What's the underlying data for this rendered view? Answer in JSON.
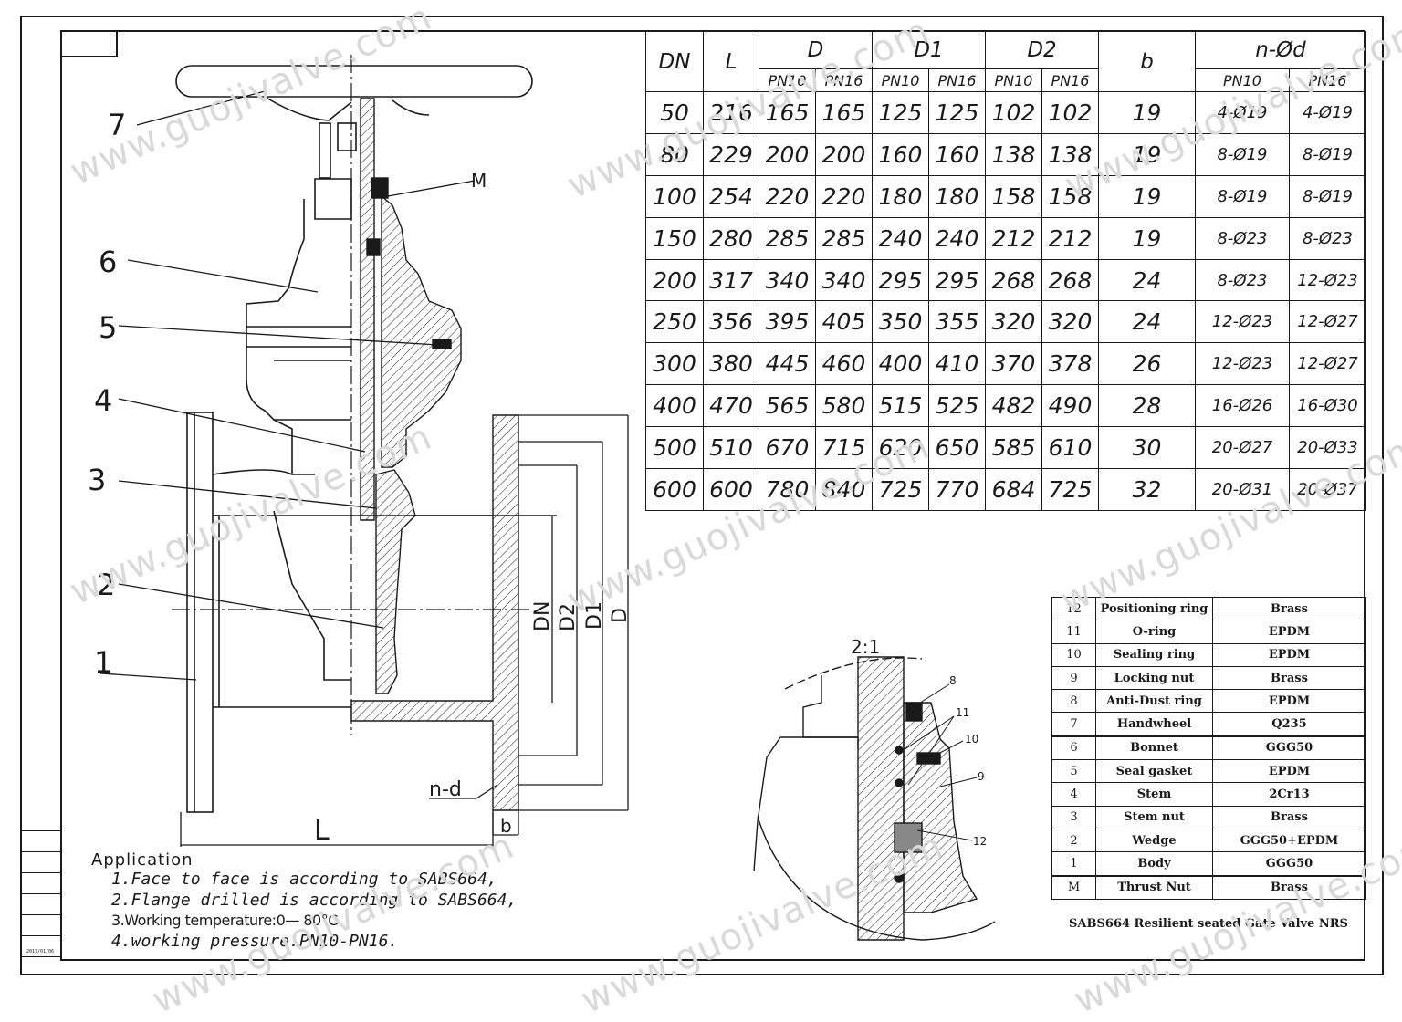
{
  "watermark": "www.guojivalve.com",
  "drawing_date": "2017/01/06",
  "dimension_table": {
    "headers": [
      "DN",
      "L",
      "D",
      "D1",
      "D2",
      "b",
      "n-Ød"
    ],
    "subheaders": [
      "PN10",
      "PN16",
      "PN10",
      "PN16",
      "PN10",
      "PN16",
      "PN10",
      "PN16"
    ],
    "rows": [
      [
        "50",
        "216",
        "165",
        "165",
        "125",
        "125",
        "102",
        "102",
        "19",
        "4-Ø19",
        "4-Ø19"
      ],
      [
        "80",
        "229",
        "200",
        "200",
        "160",
        "160",
        "138",
        "138",
        "19",
        "8-Ø19",
        "8-Ø19"
      ],
      [
        "100",
        "254",
        "220",
        "220",
        "180",
        "180",
        "158",
        "158",
        "19",
        "8-Ø19",
        "8-Ø19"
      ],
      [
        "150",
        "280",
        "285",
        "285",
        "240",
        "240",
        "212",
        "212",
        "19",
        "8-Ø23",
        "8-Ø23"
      ],
      [
        "200",
        "317",
        "340",
        "340",
        "295",
        "295",
        "268",
        "268",
        "24",
        "8-Ø23",
        "12-Ø23"
      ],
      [
        "250",
        "356",
        "395",
        "405",
        "350",
        "355",
        "320",
        "320",
        "24",
        "12-Ø23",
        "12-Ø27"
      ],
      [
        "300",
        "380",
        "445",
        "460",
        "400",
        "410",
        "370",
        "378",
        "26",
        "12-Ø23",
        "12-Ø27"
      ],
      [
        "400",
        "470",
        "565",
        "580",
        "515",
        "525",
        "482",
        "490",
        "28",
        "16-Ø26",
        "16-Ø30"
      ],
      [
        "500",
        "510",
        "670",
        "715",
        "620",
        "650",
        "585",
        "610",
        "30",
        "20-Ø27",
        "20-Ø33"
      ],
      [
        "600",
        "600",
        "780",
        "840",
        "725",
        "770",
        "684",
        "725",
        "32",
        "20-Ø31",
        "20-Ø37"
      ]
    ]
  },
  "parts_list": [
    {
      "no": "12",
      "name": "Positioning ring",
      "material": "Brass"
    },
    {
      "no": "11",
      "name": "O-ring",
      "material": "EPDM"
    },
    {
      "no": "10",
      "name": "Sealing ring",
      "material": "EPDM"
    },
    {
      "no": "9",
      "name": "Locking nut",
      "material": "Brass"
    },
    {
      "no": "8",
      "name": "Anti-Dust ring",
      "material": "EPDM"
    },
    {
      "no": "7",
      "name": "Handwheel",
      "material": "Q235"
    },
    {
      "no": "6",
      "name": "Bonnet",
      "material": "GGG50"
    },
    {
      "no": "5",
      "name": "Seal gasket",
      "material": "EPDM"
    },
    {
      "no": "4",
      "name": "Stem",
      "material": "2Cr13"
    },
    {
      "no": "3",
      "name": "Stem nut",
      "material": "Brass"
    },
    {
      "no": "2",
      "name": "Wedge",
      "material": "GGG50+EPDM"
    },
    {
      "no": "1",
      "name": "Body",
      "material": "GGG50"
    },
    {
      "no": "M",
      "name": "Thrust Nut",
      "material": "Brass"
    }
  ],
  "title_block": "SABS664  Resilient seated Gate Valve NRS",
  "application": {
    "title": "Application",
    "items": [
      "1.Face to face is according to SABS664,",
      "2.Flange drilled is according to SABS664,",
      "3.Working temperature:0— 80°C",
      "4.working pressure:PN10-PN16."
    ]
  },
  "callouts": {
    "part_numbers": [
      "7",
      "6",
      "5",
      "4",
      "3",
      "2",
      "1",
      "M"
    ],
    "dimensions": [
      "DN",
      "D2",
      "D1",
      "D",
      "L",
      "b",
      "n-d"
    ],
    "detail_scale": "2:1",
    "detail_parts": [
      "8",
      "11",
      "10",
      "9",
      "12"
    ]
  }
}
